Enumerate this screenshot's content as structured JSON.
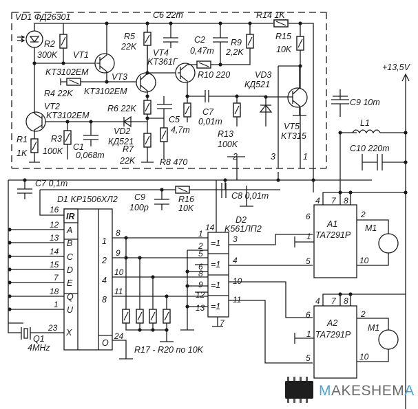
{
  "title": "IR remote controlled motor driver schematic",
  "components": {
    "vd1": "VD1 ФД26301",
    "r2": {
      "ref": "R2",
      "value": "300K"
    },
    "vt1": {
      "ref": "VT1",
      "part": "KT3102EM"
    },
    "r5": {
      "ref": "R5",
      "value": "22K"
    },
    "c6": "C6 22m",
    "vt4": {
      "ref": "VT4",
      "part": "KT361Г"
    },
    "c2": {
      "ref": "C2",
      "value": "0,47m"
    },
    "r9": {
      "ref": "R9",
      "value": "2,2K"
    },
    "r14": "R14 1K",
    "r15": {
      "ref": "R15",
      "value": "10K"
    },
    "r10": "R10 220",
    "vd3": {
      "ref": "VD3",
      "part": "КД521"
    },
    "r4": "R4 22K",
    "vt3": {
      "ref": "VT3",
      "part": "KT3102EM"
    },
    "vt2": {
      "ref": "VT2",
      "part": "KT3102EM"
    },
    "r6": "R6 22K",
    "c5": {
      "ref": "C5",
      "value": "4,7m"
    },
    "c7a": {
      "ref": "C7",
      "value": "0,01m"
    },
    "r13": {
      "ref": "R13",
      "value": "100K"
    },
    "vt5": {
      "ref": "VT5",
      "part": "KT315"
    },
    "r1": {
      "ref": "R1",
      "value": "1K"
    },
    "r3": {
      "ref": "R3",
      "value": "100K"
    },
    "c1": {
      "ref": "C1",
      "value": "0,068m"
    },
    "vd2": {
      "ref": "VD2",
      "part": "КД521"
    },
    "r7": {
      "ref": "R7",
      "value": "22K"
    },
    "r8": "R8 470",
    "c9a": "C9 10m",
    "l1": "L1",
    "c10": "C10 220m",
    "supply": "+13,5V",
    "c7b": "C7 0,1m",
    "d1": "D1 KP1506ХЛ2",
    "c9b": {
      "ref": "C9",
      "value": "100p"
    },
    "r16": {
      "ref": "R16",
      "value": "10K"
    },
    "c8": "C8 0,01m",
    "d2": {
      "ref": "D2",
      "part": "K561ЛП2"
    },
    "a1": {
      "ref": "A1",
      "part": "TA7291P"
    },
    "a2": {
      "ref": "A2",
      "part": "TA7291P"
    },
    "m1a": "M1",
    "m1b": "M1",
    "q1": {
      "ref": "Q1",
      "freq": "4MHz"
    },
    "r17_20": "R17 - R20 по 10K"
  },
  "module_pins": [
    "2",
    "3",
    "1"
  ],
  "d1_left_pins": [
    {
      "num": "16",
      "name": "IR"
    },
    {
      "num": "12",
      "name": "A"
    },
    {
      "num": "13",
      "name": "B"
    },
    {
      "num": "14",
      "name": "C"
    },
    {
      "num": "15",
      "name": "D"
    },
    {
      "num": "7",
      "name": "E"
    },
    {
      "num": "18",
      "name": "Q"
    },
    {
      "num": "1",
      "name": "U"
    },
    {
      "num": "23",
      "name": "X"
    }
  ],
  "d1_out_names": [
    "1",
    "2",
    "4",
    "8",
    "O"
  ],
  "d1_out_pins": [
    "8",
    "9",
    "10",
    "11",
    "24"
  ],
  "d2_gate_label": "=1",
  "d2_pins": [
    "14",
    "1",
    "2",
    "3",
    "5",
    "6",
    "4",
    "8",
    "9",
    "10",
    "12",
    "13",
    "11",
    "7"
  ],
  "a_pins": [
    "4",
    "7",
    "8",
    "6",
    "1",
    "5",
    "2",
    "10"
  ],
  "watermark": "MAKESHEMA",
  "colors": {
    "ink": "#1a1a1a",
    "logo_accent": "#4aa3df",
    "logo_text": "#6a6a6a"
  }
}
